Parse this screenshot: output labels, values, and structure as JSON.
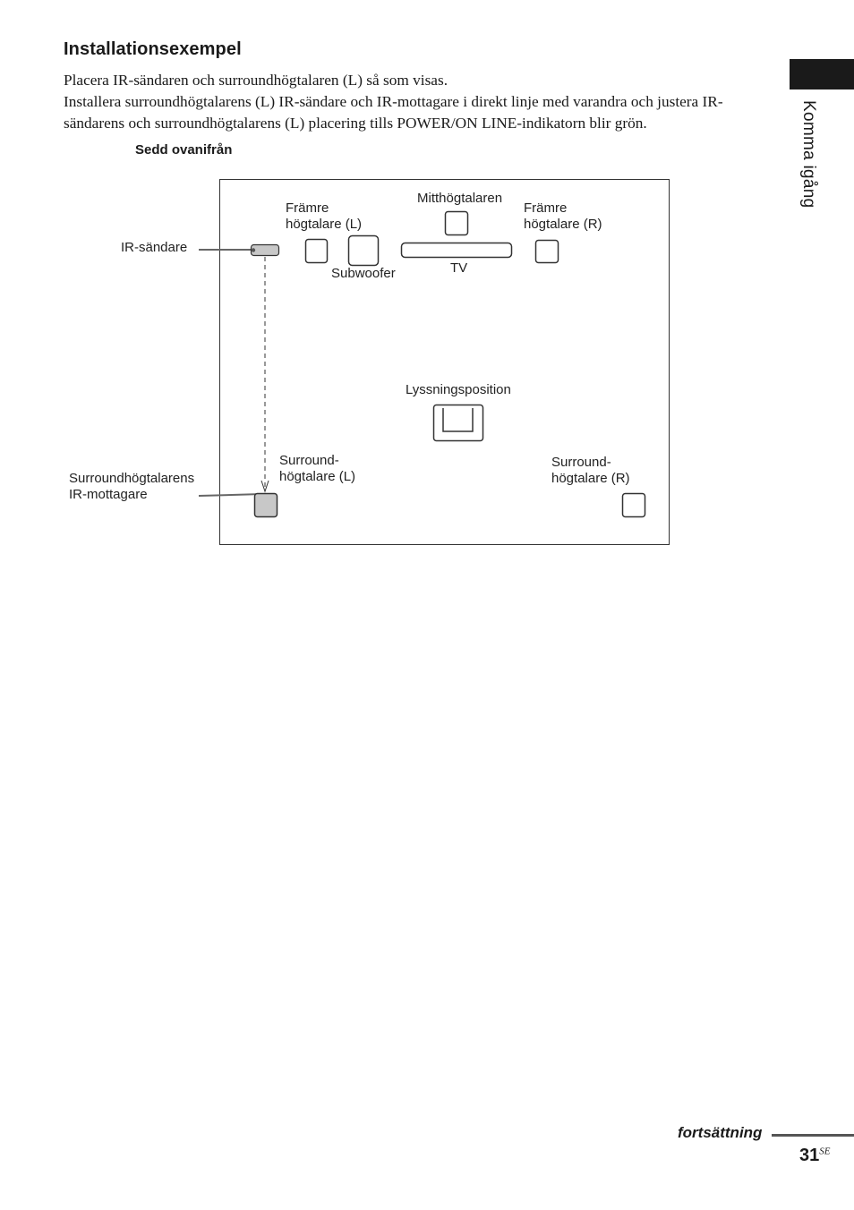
{
  "section": {
    "heading": "Installationsexempel",
    "paragraphs": [
      "Placera IR-sändaren och surroundhögtalaren (L) så som visas.",
      "Installera surroundhögtalarens (L) IR-sändare och IR-mottagare i direkt linje med varandra och justera IR-sändarens och surroundhögtalarens (L) placering tills POWER/ON LINE-indikatorn blir grön."
    ]
  },
  "sidebar": {
    "chapter": "Komma igång"
  },
  "diagram": {
    "caption": "Sedd ovanifrån",
    "labels": {
      "ir_sender": "IR-sändare",
      "front_left_1": "Främre",
      "front_left_2": "högtalare (L)",
      "center": "Mitthögtalaren",
      "front_right_1": "Främre",
      "front_right_2": "högtalare (R)",
      "subwoofer": "Subwoofer",
      "tv": "TV",
      "listening": "Lyssningsposition",
      "surround_left_1": "Surround-",
      "surround_left_2": "högtalare (L)",
      "surround_right_1": "Surround-",
      "surround_right_2": "högtalare (R)",
      "ir_receiver_1": "Surroundhögtalarens",
      "ir_receiver_2": "IR-mottagare"
    }
  },
  "footer": {
    "continued": "fortsättning",
    "page_number": "31",
    "page_suffix": "SE"
  }
}
